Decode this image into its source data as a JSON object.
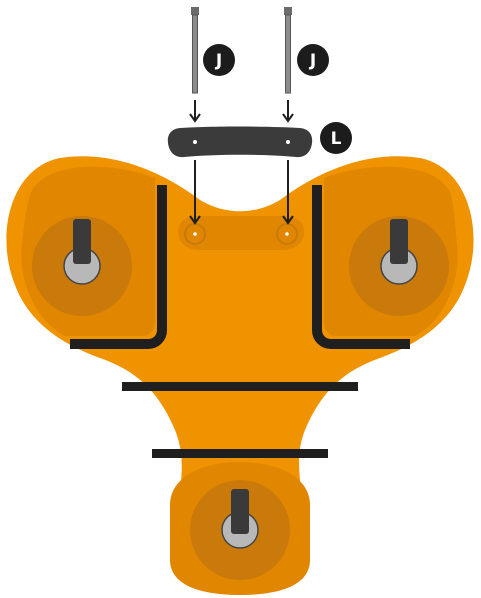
{
  "callouts": {
    "screw_left": "J",
    "screw_right": "J",
    "bracket": "L"
  },
  "colors": {
    "body_orange": "#f09300",
    "pad_orange": "#e08600",
    "caster_ring": "#c97a0a",
    "caster_wheel": "#b8b8b8",
    "caster_stem": "#3a3a3a",
    "stripe": "#1f1f1f",
    "bracket": "#3b3b3b",
    "screw": "#8c8c8c",
    "callout_bg": "#1c1c1c"
  },
  "icons": {
    "screw": "screw-icon",
    "arrow": "arrow-down-icon",
    "caster": "caster-wheel-icon"
  }
}
